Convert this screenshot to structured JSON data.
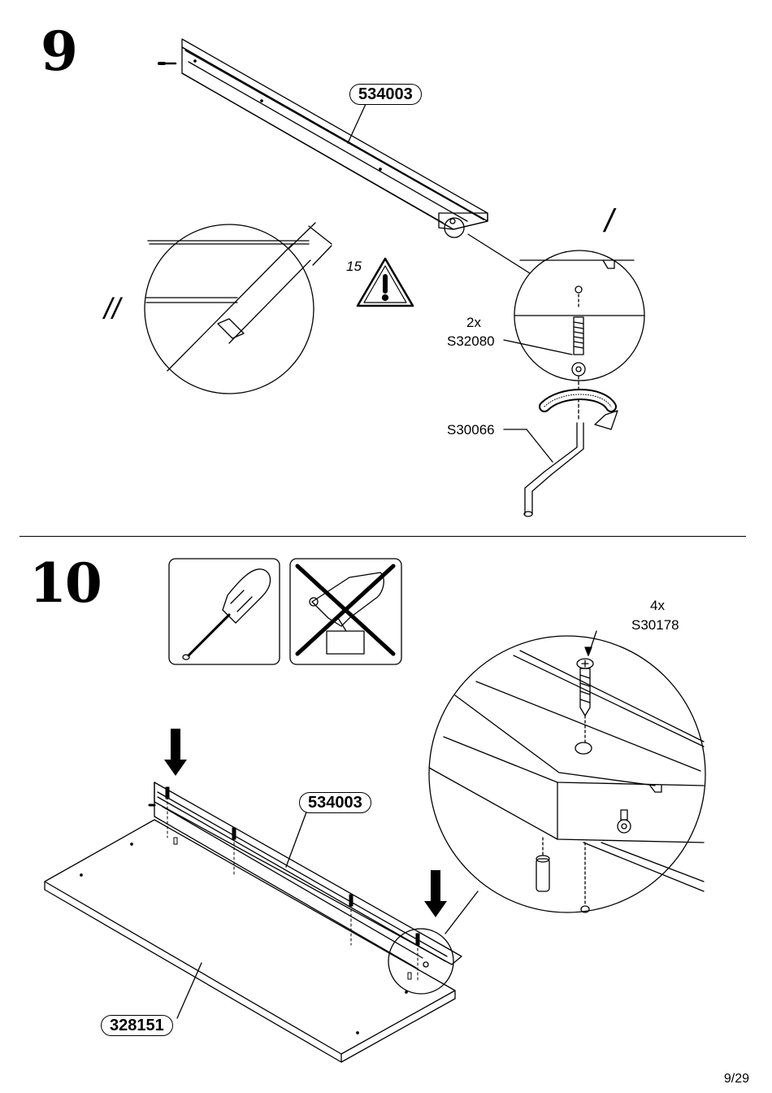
{
  "step9": {
    "number": "9",
    "part_label": "534003",
    "measure": "15",
    "detail_marks": [
      "/",
      "//"
    ],
    "screw_qty": "2x",
    "screw_code": "S32080",
    "tool_code": "S30066"
  },
  "step10": {
    "number": "10",
    "part_rail": "534003",
    "part_board": "328151",
    "screw_qty": "4x",
    "screw_code": "S30178",
    "tools": [
      "screwdriver-icon",
      "power-drill-forbidden-icon"
    ]
  },
  "footer": {
    "page": "9/29"
  }
}
